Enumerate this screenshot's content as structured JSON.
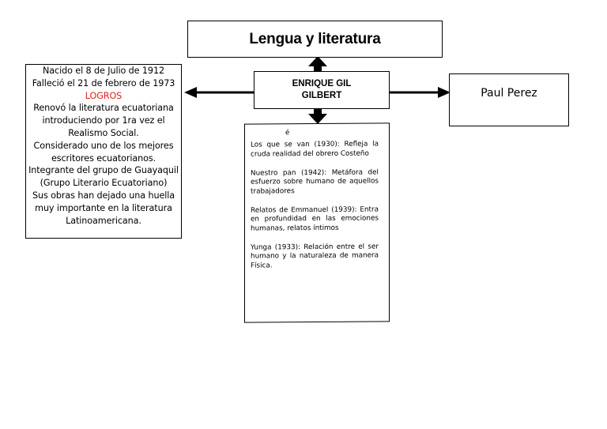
{
  "title": "Lengua y literatura",
  "center": {
    "line1": "ENRIQUE GIL",
    "line2": "GILBERT"
  },
  "right": {
    "text": "Paul Perez"
  },
  "left": {
    "lines": [
      "Nacido el 8 de Julio de 1912",
      "Falleció el 21 de febrero de 1973",
      "LOGROS",
      "Renovó la literatura ecuatoriana",
      "introduciendo por 1ra vez el",
      "Realismo Social.",
      "Considerado uno de los mejores",
      "escritores ecuatorianos.",
      "Integrante del grupo de Guayaquil",
      "(Grupo Literario Ecuatoriano)",
      "Sus obras han dejado una huella",
      "muy importante en la literatura",
      "Latinoamericana."
    ]
  },
  "works": {
    "mark": "é",
    "items": [
      "Los que se van (1930): Refleja la cruda realidad del obrero Costeño",
      "Nuestro pan (1942): Metáfora del esfuerzo sobre humano de aquellos trabajadores",
      "Relatos de Emmanuel (1939): Entra en profundidad en las emociones humanas, relatos íntimos",
      "Yunga (1933): Relación entre el ser humano y la naturaleza de manera Física."
    ]
  },
  "colors": {
    "highlight": "#e02020",
    "line": "#000000"
  }
}
